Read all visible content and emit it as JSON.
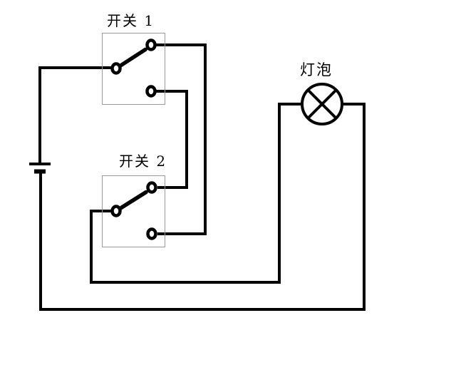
{
  "diagram_type": "electrical-circuit",
  "colors": {
    "background": "#ffffff",
    "wire": "#000000",
    "box_border": "#999999",
    "text": "#000000"
  },
  "labels": {
    "switch1": "开关 1",
    "switch2": "开关 2",
    "bulb": "灯泡"
  },
  "components": [
    {
      "id": "battery",
      "kind": "battery-cell",
      "label": ""
    },
    {
      "id": "switch-1",
      "kind": "two-way-switch",
      "label": "开关 1"
    },
    {
      "id": "switch-2",
      "kind": "two-way-switch",
      "label": "开关 2"
    },
    {
      "id": "bulb",
      "kind": "lamp",
      "label": "灯泡"
    }
  ]
}
